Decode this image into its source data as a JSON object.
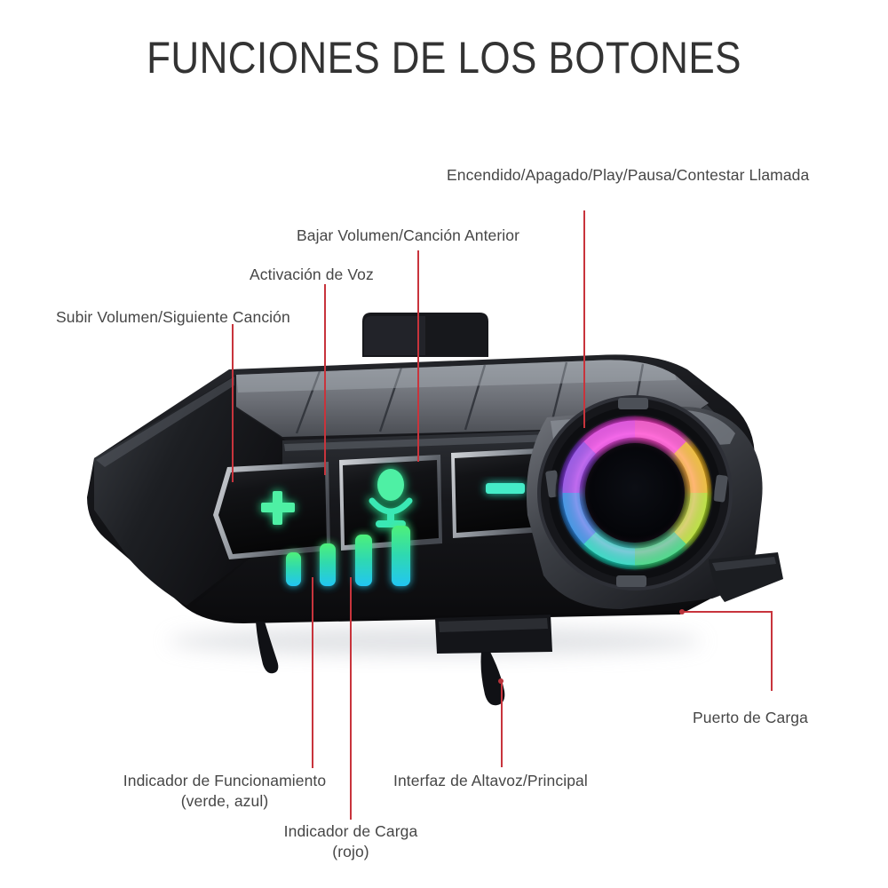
{
  "page": {
    "title": "FUNCIONES DE LOS BOTONES",
    "background_color": "#ffffff",
    "text_color": "#464646",
    "leader_line_color": "#c8343c"
  },
  "product": {
    "name": "motorcycle-helmet-bluetooth-intercom",
    "body_color": "#141417",
    "top_panel_color": "#6d7077",
    "rgb_ring_colors": [
      "#ff2fc0",
      "#c02ff0",
      "#3a6df0",
      "#12d7e8",
      "#1fe07a",
      "#9ae030",
      "#f0d020",
      "#ff7a20"
    ],
    "button_icon_color": "#27d98a",
    "led_bar_top_color": "#3ee07a",
    "led_bar_bottom_color": "#23c8f0",
    "led_bar_count": 4
  },
  "callouts": [
    {
      "id": "power-play-pause-call",
      "label": "Encendido/Apagado/Play/Pausa/Contestar Llamada",
      "target": "rgb-speaker-ring-top"
    },
    {
      "id": "volume-down",
      "label": "Bajar Volumen/Canción Anterior",
      "target": "minus-button"
    },
    {
      "id": "voice-activation",
      "label": "Activación de Voz",
      "target": "microphone-button"
    },
    {
      "id": "volume-up",
      "label": "Subir Volumen/Siguiente Canción",
      "target": "plus-button"
    },
    {
      "id": "charging-port",
      "label": "Puerto de Carga",
      "target": "charging-port"
    },
    {
      "id": "operation-indicator",
      "label_line1": "Indicador de Funcionamiento",
      "label_line2": "(verde, azul)",
      "target": "led-indicator-bars"
    },
    {
      "id": "charging-indicator",
      "label_line1": "Indicador de Carga",
      "label_line2": "(rojo)",
      "target": "led-indicator-bars"
    },
    {
      "id": "speaker-main-interface",
      "label": "Interfaz de Altavoz/Principal",
      "target": "main-mount-bracket"
    }
  ],
  "buttons": [
    {
      "id": "plus-button",
      "icon": "plus-icon",
      "glyph": "+"
    },
    {
      "id": "mic-button",
      "icon": "microphone-icon",
      "glyph": "mic"
    },
    {
      "id": "minus-button",
      "icon": "minus-icon",
      "glyph": "−"
    }
  ]
}
